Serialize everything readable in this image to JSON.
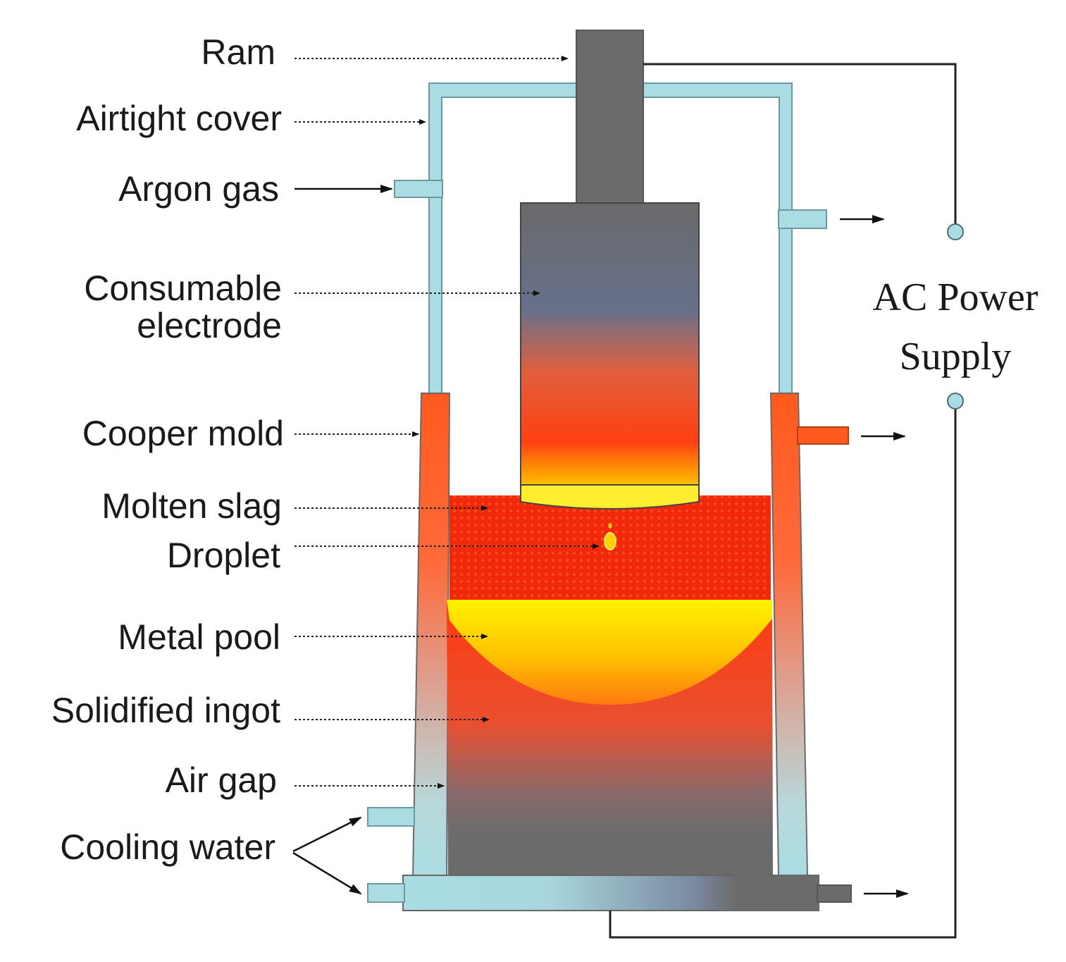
{
  "labels": {
    "ram": "Ram",
    "airtight_cover": "Airtight cover",
    "argon_gas": "Argon gas",
    "consumable_electrode": [
      "Consumable",
      "electrode"
    ],
    "copper_mold": "Cooper mold",
    "molten_slag": "Molten slag",
    "droplet": "Droplet",
    "metal_pool": "Metal pool",
    "solidified_ingot": "Solidified ingot",
    "air_gap": "Air gap",
    "cooling_water": "Cooling water"
  },
  "power_supply": [
    "AC Power",
    "Supply"
  ],
  "colors": {
    "ram": "#6b6b6b",
    "cover": "#a9dde3",
    "cover_edge": "#6a9aa0",
    "mold": "#ff5a1e",
    "slag": "#f2280a",
    "metal_pool": "#ffec00",
    "ingot": "#6b6b6b",
    "wire": "#222222",
    "terminal": "#a9dde3"
  }
}
